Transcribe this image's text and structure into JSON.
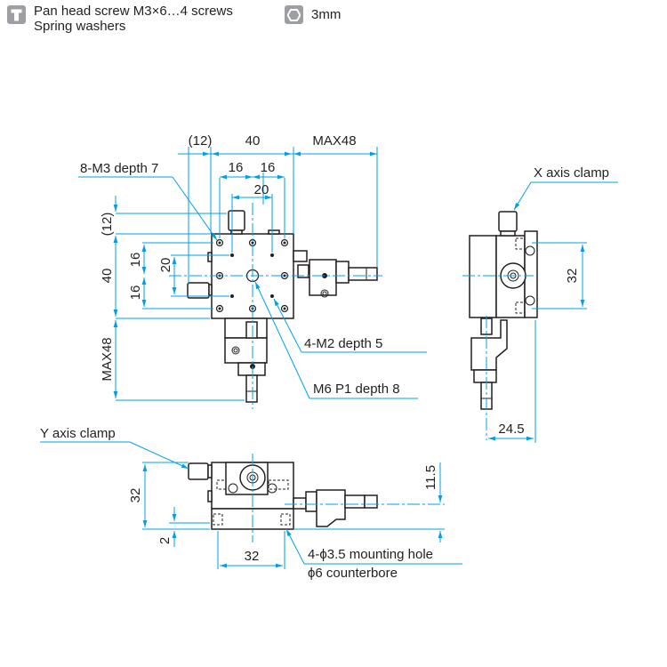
{
  "accessories": [
    {
      "icon": "pan-head-screw-icon",
      "lines": [
        "Pan head screw M3×6…4 screws",
        "Spring washers"
      ]
    },
    {
      "icon": "hex-key-icon",
      "lines": [
        "3mm"
      ]
    }
  ],
  "colors": {
    "dimension_line": "#00a0e9",
    "part_outline": "#231f20",
    "icon_fill": "#9d9fa2"
  },
  "top_view": {
    "dims_horizontal": {
      "left_offset": "(12)",
      "width": "40",
      "max_travel": "MAX48",
      "hole_pitch_left": "16",
      "hole_pitch_right": "16",
      "inner_pitch": "20"
    },
    "dims_vertical": {
      "top_offset": "(12)",
      "height": "40",
      "pitch_upper": "16",
      "pitch_lower": "16",
      "inner_pitch": "20",
      "max_travel": "MAX48"
    },
    "callouts": {
      "tapped_holes": "8-M3 depth 7",
      "small_holes": "4-M2 depth 5",
      "center_hole": "M6 P1 depth 8"
    }
  },
  "side_view": {
    "callout": "X axis clamp",
    "height_dim": "32",
    "width_dim": "24.5"
  },
  "front_view": {
    "callout": "Y axis clamp",
    "height_dim": "32",
    "base_dim": "2",
    "hole_pitch": "32",
    "axis_height": "11.5",
    "mounting_hole_line1": "4-ϕ3.5 mounting hole",
    "mounting_hole_line2": "ϕ6 counterbore"
  }
}
